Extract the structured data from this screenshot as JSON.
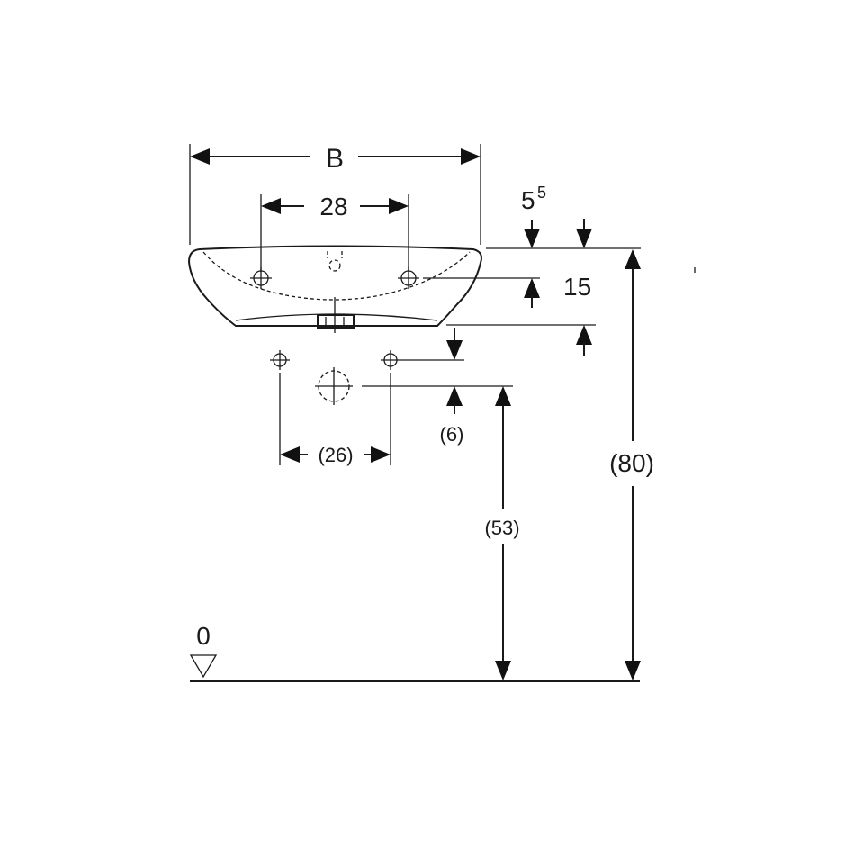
{
  "diagram": {
    "labels": {
      "width": "B",
      "tap_hole_spacing": "28",
      "rim_offset_main": "5",
      "rim_offset_sup": "5",
      "bowl_depth": "15",
      "waste_offset": "(6)",
      "fixing_spacing": "(26)",
      "waste_height": "(53)",
      "rim_height": "(80)",
      "floor_level": "0"
    },
    "colors": {
      "ink": "#1a1a1a",
      "background": "#ffffff"
    }
  }
}
